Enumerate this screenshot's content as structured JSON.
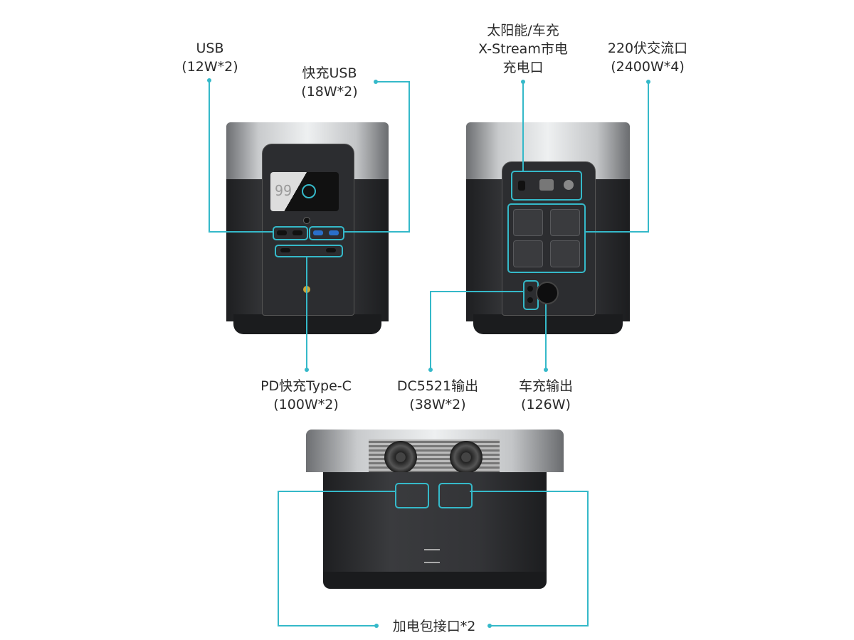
{
  "labels": {
    "usb": {
      "line1": "USB",
      "line2": "(12W*2)"
    },
    "fast_usb": {
      "line1": "快充USB",
      "line2": "(18W*2)"
    },
    "solar": {
      "line1": "太阳能/车充",
      "line2": "X-Stream市电",
      "line3": "充电口"
    },
    "ac": {
      "line1": "220伏交流口",
      "line2": "(2400W*4)"
    },
    "typec": {
      "line1": "PD快充Type-C",
      "line2": "(100W*2)"
    },
    "dc5521": {
      "line1": "DC5521输出",
      "line2": "(38W*2)"
    },
    "car": {
      "line1": "车充输出",
      "line2": "(126W)"
    },
    "extra_battery": {
      "line1": "加电包接口*2"
    }
  },
  "display": {
    "battery_percent": "99"
  },
  "colors": {
    "accent": "#35b9c9",
    "body": "#2f3033",
    "text": "#2a2a2a"
  }
}
